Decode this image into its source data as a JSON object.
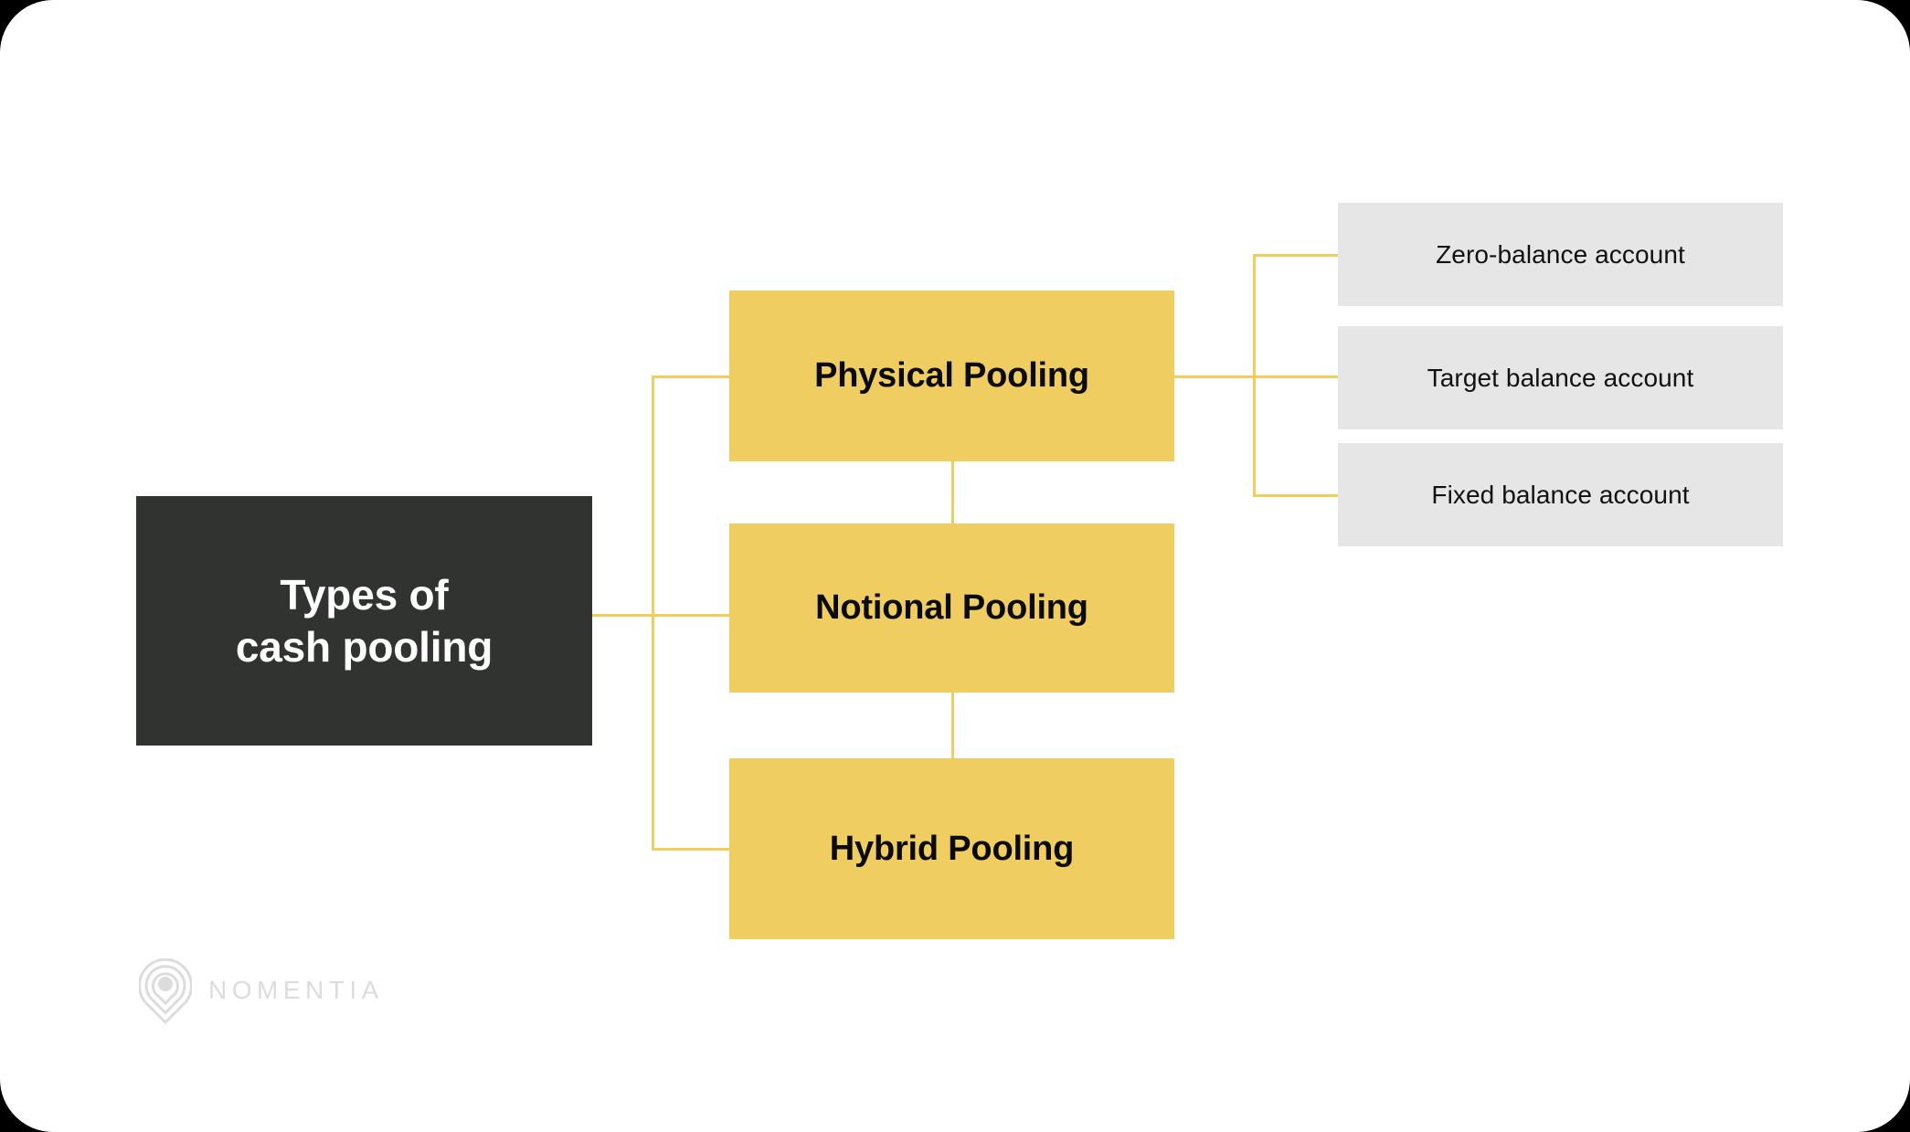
{
  "diagram": {
    "root": {
      "label": "Types of\ncash pooling",
      "bg_color": "#313330",
      "text_color": "#FFFFFF"
    },
    "level2": [
      {
        "label": "Physical Pooling"
      },
      {
        "label": "Notional Pooling"
      },
      {
        "label": "Hybrid Pooling"
      }
    ],
    "level3": [
      {
        "label": "Zero-balance account"
      },
      {
        "label": "Target balance account"
      },
      {
        "label": "Fixed balance account"
      }
    ],
    "colors": {
      "accent_yellow": "#EFCD60",
      "node_gray": "#E6E6E6",
      "root_dark": "#313330",
      "connector": "#EFCD60",
      "canvas": "#FFFFFF"
    }
  },
  "branding": {
    "wordmark": "NOMENTIA",
    "logo_icon": "location-pin-icon",
    "logo_color": "#DCDCDC"
  }
}
